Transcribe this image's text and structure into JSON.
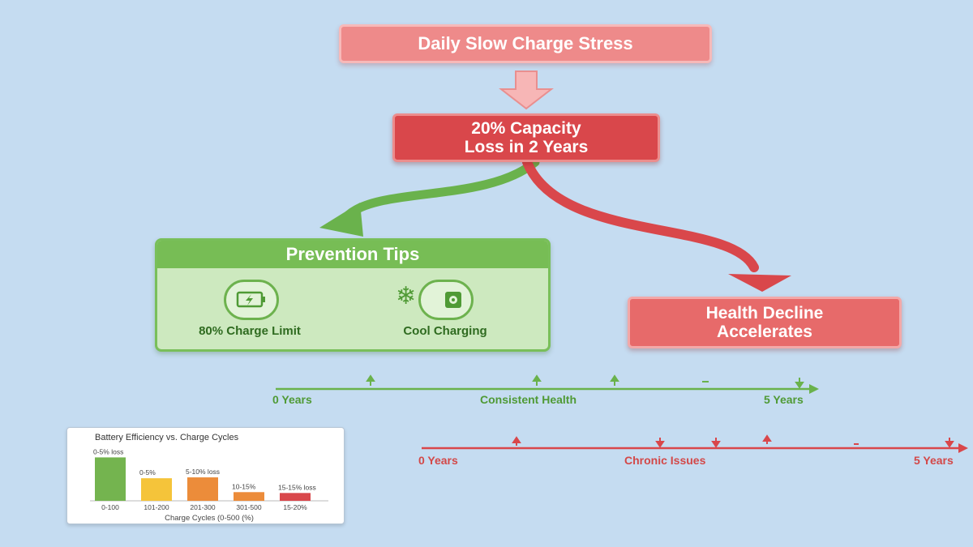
{
  "flow": {
    "stress_label": "Daily Slow Charge Stress",
    "capacity_line1": "20% Capacity",
    "capacity_line2": "Loss in 2 Years",
    "decline_line1": "Health Decline",
    "decline_line2": "Accelerates"
  },
  "prevention": {
    "title": "Prevention Tips",
    "tips": [
      {
        "label": "80% Charge Limit",
        "icon": "battery-icon"
      },
      {
        "label": "Cool Charging",
        "icon": "snowflake-fan-icon"
      }
    ]
  },
  "timelines": {
    "healthy": {
      "start": "0 Years",
      "middle": "Consistent Health",
      "end": "5 Years",
      "color": "#6ab24c"
    },
    "decline": {
      "start": "0 Years",
      "middle": "Chronic Issues",
      "end": "5 Years",
      "color": "#d9474b"
    }
  },
  "chart_data": {
    "type": "bar",
    "title": "Battery Efficiency vs. Charge Cycles",
    "xlabel": "Charge Cycles (0-500 (%)",
    "categories": [
      "0-100",
      "101-200",
      "201-300",
      "301-500",
      "15-20%"
    ],
    "values": [
      5,
      2.6,
      2.7,
      1,
      0.9
    ],
    "value_labels": [
      "0-5% loss",
      "0-5%",
      "5-10% loss",
      "10-15%",
      "15-15% loss"
    ],
    "colors": [
      "#74b44f",
      "#f5c43a",
      "#ec8c3a",
      "#ec8c3a",
      "#d9474b"
    ],
    "ylim": [
      0,
      5.6
    ]
  },
  "colors": {
    "background": "#c5dcf1",
    "green": "#6ab24c",
    "red": "#d9474b",
    "pink": "#ee8a8a"
  }
}
